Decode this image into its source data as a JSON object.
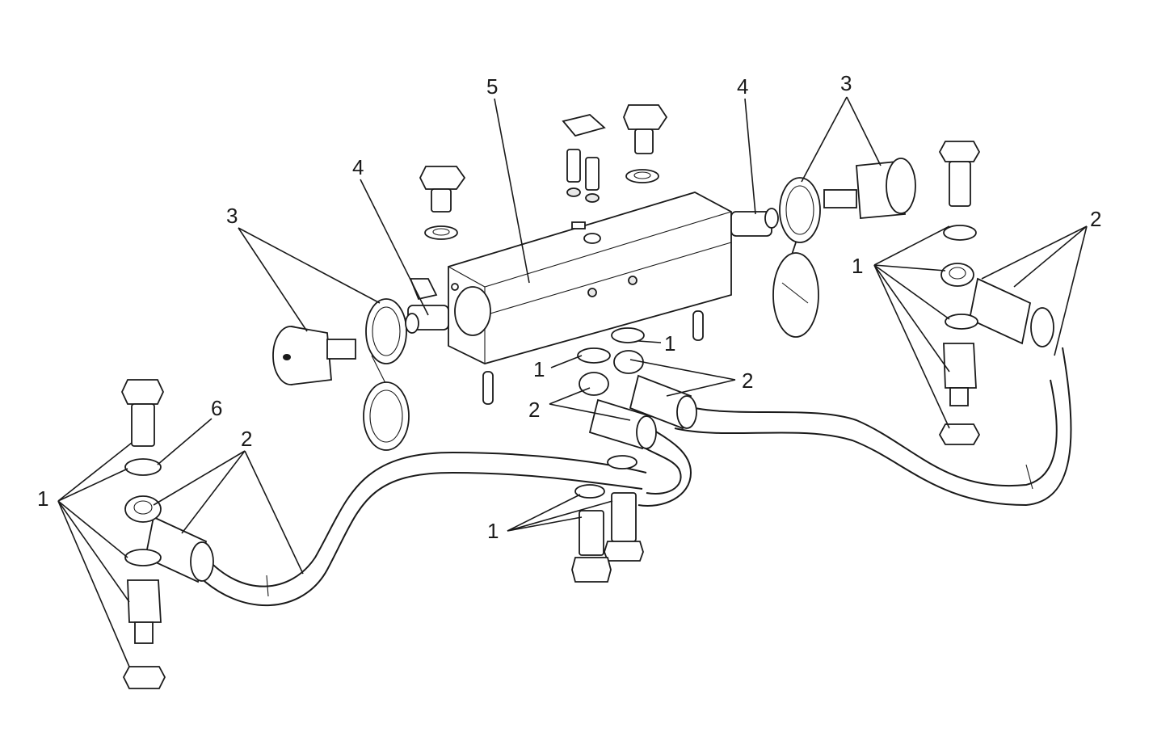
{
  "diagram": {
    "type": "exploded-parts-view",
    "callouts": [
      {
        "id": "c-5",
        "label": "5"
      },
      {
        "id": "c-4-left",
        "label": "4"
      },
      {
        "id": "c-4-right",
        "label": "4"
      },
      {
        "id": "c-3-left",
        "label": "3"
      },
      {
        "id": "c-3-right",
        "label": "3"
      },
      {
        "id": "c-2-right",
        "label": "2"
      },
      {
        "id": "c-1-right",
        "label": "1"
      },
      {
        "id": "c-1-center-a",
        "label": "1"
      },
      {
        "id": "c-1-center-b",
        "label": "1"
      },
      {
        "id": "c-2-center-a",
        "label": "2"
      },
      {
        "id": "c-2-center-b",
        "label": "2"
      },
      {
        "id": "c-6",
        "label": "6"
      },
      {
        "id": "c-2-left",
        "label": "2"
      },
      {
        "id": "c-1-left",
        "label": "1"
      },
      {
        "id": "c-1-bottom",
        "label": "1"
      }
    ],
    "line_color": "#1a1a1a",
    "background": "#ffffff"
  }
}
